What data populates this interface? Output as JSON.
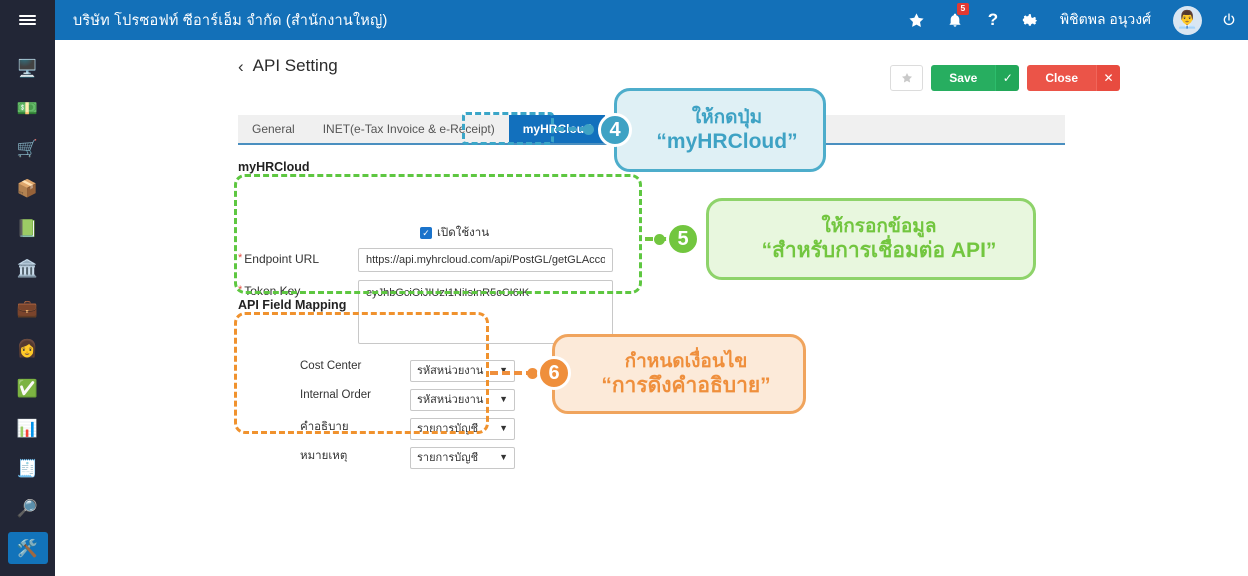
{
  "sidebar": {
    "menu_icon": "hamburger-icon",
    "items": [
      {
        "name": "dashboard",
        "glyph": "🖥️",
        "active": false
      },
      {
        "name": "finance",
        "glyph": "💵",
        "active": false
      },
      {
        "name": "purchase",
        "glyph": "🛒",
        "active": false
      },
      {
        "name": "inventory",
        "glyph": "📦",
        "active": false
      },
      {
        "name": "ledger",
        "glyph": "📗",
        "active": false
      },
      {
        "name": "bank",
        "glyph": "🏛️",
        "active": false
      },
      {
        "name": "assets",
        "glyph": "💼",
        "active": false
      },
      {
        "name": "hr",
        "glyph": "👩",
        "active": false
      },
      {
        "name": "approval",
        "glyph": "✅",
        "active": false
      },
      {
        "name": "reports",
        "glyph": "📊",
        "active": false
      },
      {
        "name": "documents",
        "glyph": "🧾",
        "active": false
      },
      {
        "name": "audit",
        "glyph": "🔎",
        "active": false
      },
      {
        "name": "settings",
        "glyph": "🛠️",
        "active": true
      }
    ]
  },
  "header": {
    "company": "บริษัท โปรซอฟท์ ซีอาร์เอ็ม จำกัด (สำนักงานใหญ่)",
    "favorite_icon": "star-icon",
    "notification_icon": "bell-icon",
    "notification_count": "5",
    "help_icon": "question-mark-icon",
    "settings_icon": "gear-icon",
    "user_name": "พิชิตพล อนุวงศ์",
    "avatar_icon": "user-avatar",
    "avatar_glyph": "👨‍💼",
    "logout_icon": "power-icon"
  },
  "page": {
    "back_icon": "chevron-left-icon",
    "title": "API Setting",
    "favorite_button_icon": "star-icon",
    "save_label": "Save",
    "save_check_icon": "check-icon",
    "close_label": "Close",
    "close_x_icon": "close-icon"
  },
  "tabs": [
    {
      "label": "General",
      "active": false
    },
    {
      "label": "INET(e-Tax Invoice & e-Receipt)",
      "active": false
    },
    {
      "label": "myHRCloud",
      "active": true
    }
  ],
  "form": {
    "section_title": "myHRCloud",
    "enable_checkbox_label": "เปิดใช้งาน",
    "enable_checked": true,
    "endpoint_label": "Endpoint URL",
    "endpoint_value": "https://api.myhrcloud.com/api/PostGL/getGLAccount/",
    "token_label": "Token Key",
    "token_value": "eyJhbGciOiJIUzI1NiIsInR5cCI6IK",
    "required_marker": "*"
  },
  "mapping": {
    "section_title": "API Field Mapping",
    "rows": [
      {
        "label": "Cost Center",
        "value": "รหัสหน่วยงาน"
      },
      {
        "label": "Internal Order",
        "value": "รหัสหน่วยงาน"
      },
      {
        "label": "คำอธิบาย",
        "value": "รายการบัญชี"
      },
      {
        "label": "หมายเหตุ",
        "value": "รายการบัญชี"
      }
    ],
    "caret_icon": "chevron-down-icon"
  },
  "annotations": [
    {
      "step": "4",
      "line1": "ให้กดปุ่ม",
      "line2": "“myHRCloud”",
      "color": "#3ea2c4"
    },
    {
      "step": "5",
      "line1": "ให้กรอกข้อมูล",
      "line2": "“สำหรับการเชื่อมต่อ API”",
      "color": "#72c63f"
    },
    {
      "step": "6",
      "line1": "กำหนดเงื่อนไข",
      "line2": "“การดึงคำอธิบาย”",
      "color": "#ef8f3c"
    }
  ],
  "theme": {
    "header_blue": "#1370b8",
    "sidebar_dark": "#222636",
    "tab_active_blue": "#1270bd",
    "save_green": "#27ae60",
    "close_red": "#eb5448"
  }
}
